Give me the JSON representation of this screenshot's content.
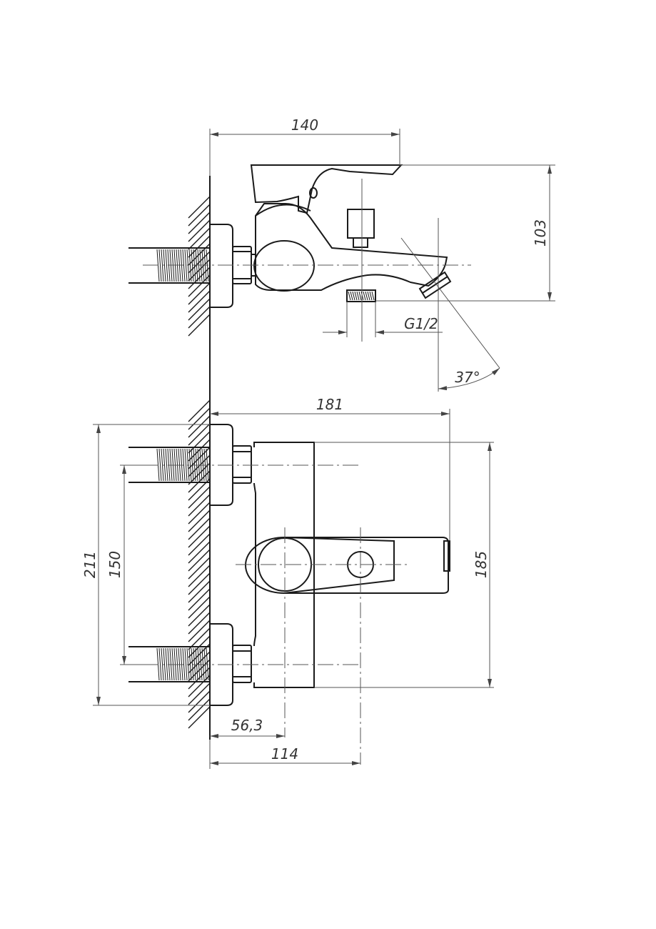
{
  "dimensions": {
    "overall_depth": "140",
    "spout_height": "103",
    "thread_size": "G1/2",
    "spout_angle": "37°",
    "body_projection": "181",
    "outer_width": "211",
    "inlet_spacing": "150",
    "body_width": "185",
    "handle_axis": "56,3",
    "outlet_axis": "114"
  }
}
